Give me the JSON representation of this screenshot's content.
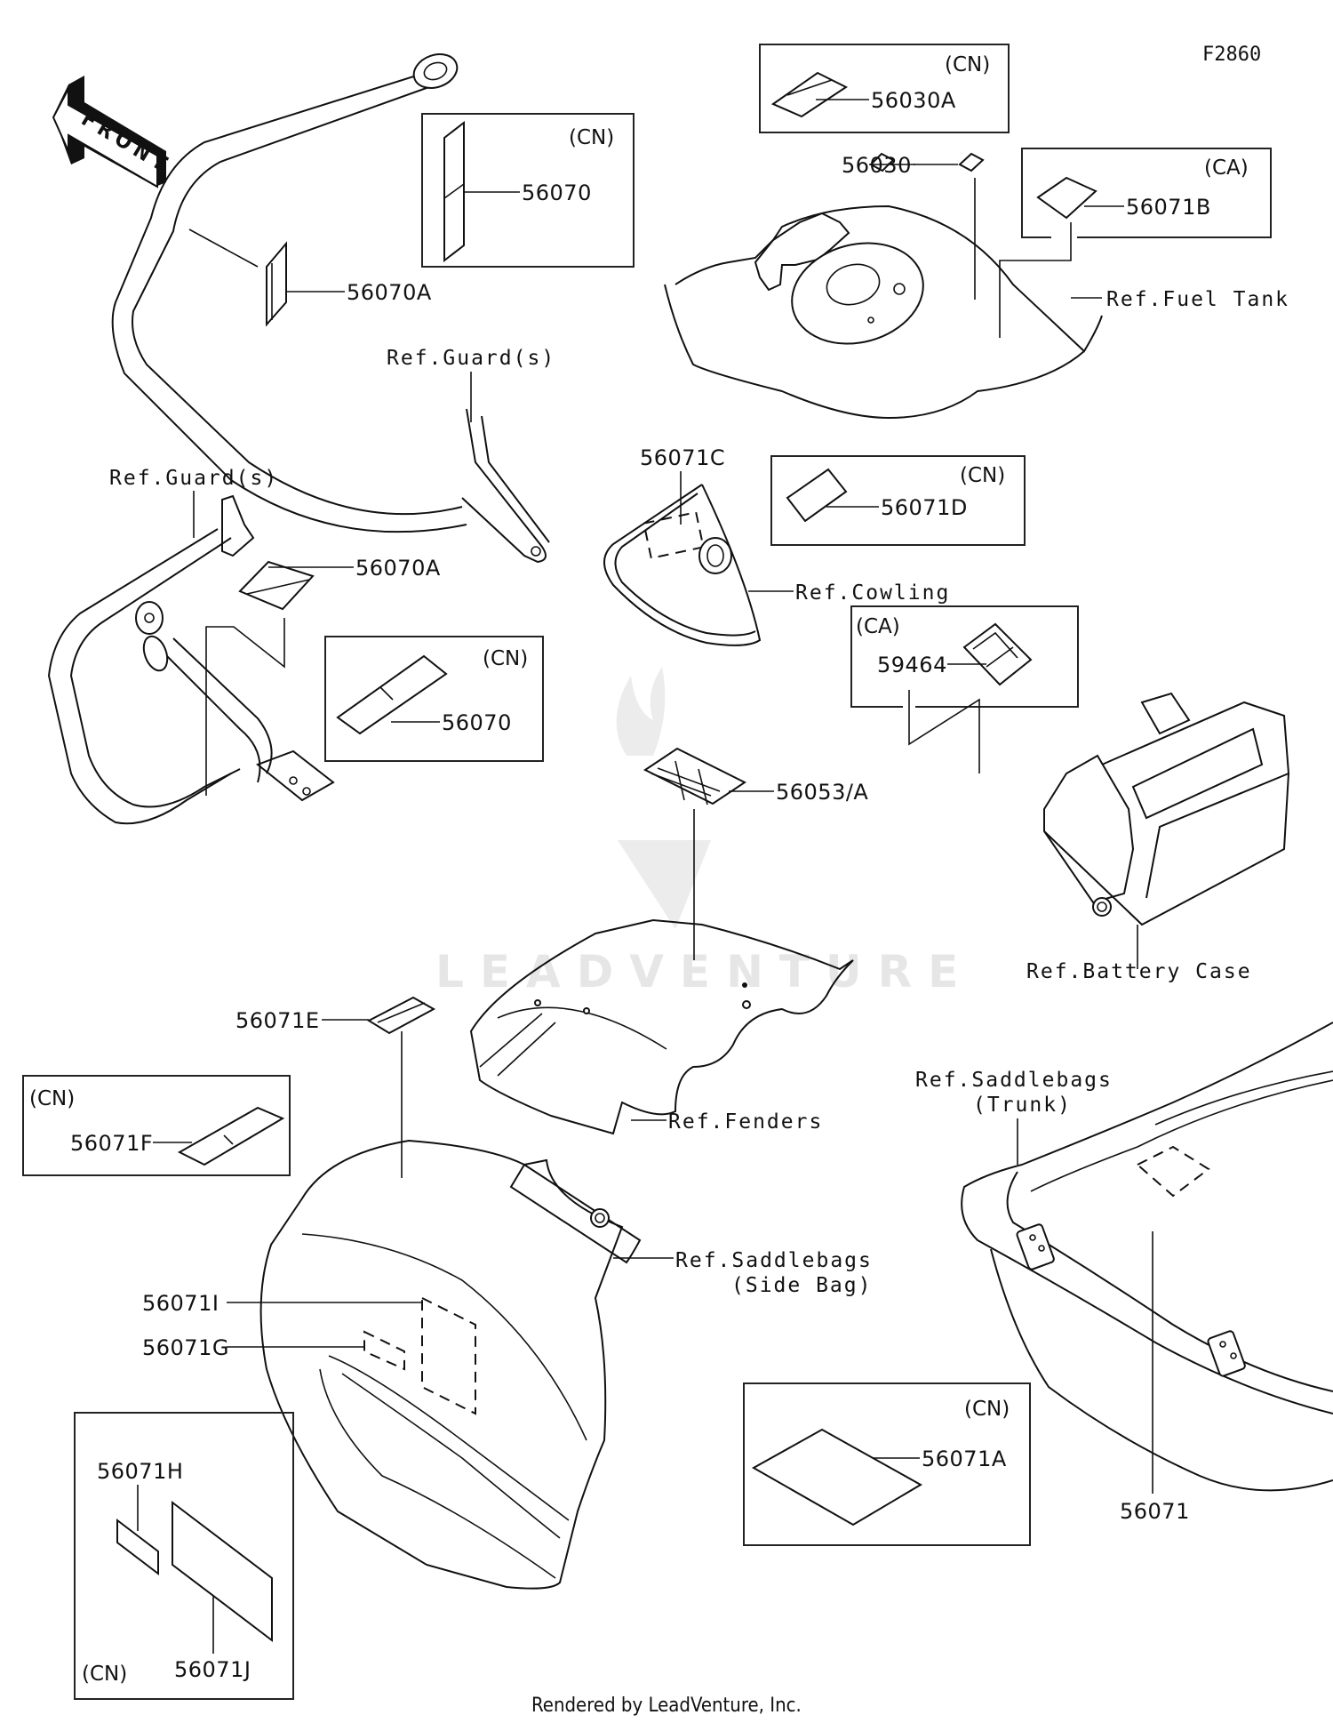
{
  "figure_id": "F2860",
  "front_arrow": "FRONT",
  "watermark": "LEADVENTURE",
  "footer": "Rendered by LeadVenture, Inc.",
  "region_tags": {
    "cn": "(CN)",
    "ca": "(CA)"
  },
  "parts": {
    "p56070_top": "56070",
    "p56070A_top": "56070A",
    "p56030A": "56030A",
    "p56030": "56030",
    "p56071B": "56071B",
    "p56070A_mid": "56070A",
    "p56070_mid": "56070",
    "p56071C": "56071C",
    "p56071D": "56071D",
    "p59464": "59464",
    "p56053A": "56053/A",
    "p56071E": "56071E",
    "p56071F": "56071F",
    "p56071I": "56071I",
    "p56071G": "56071G",
    "p56071H": "56071H",
    "p56071J": "56071J",
    "p56071A": "56071A",
    "p56071": "56071"
  },
  "references": {
    "guard_top": "Ref.Guard(s)",
    "guard_mid": "Ref.Guard(s)",
    "fuel_tank": "Ref.Fuel Tank",
    "cowling": "Ref.Cowling",
    "battery_case": "Ref.Battery Case",
    "fenders": "Ref.Fenders",
    "saddlebags_side_1": "Ref.Saddlebags",
    "saddlebags_side_2": "(Side Bag)",
    "saddlebags_trunk_1": "Ref.Saddlebags",
    "saddlebags_trunk_2": "(Trunk)"
  }
}
